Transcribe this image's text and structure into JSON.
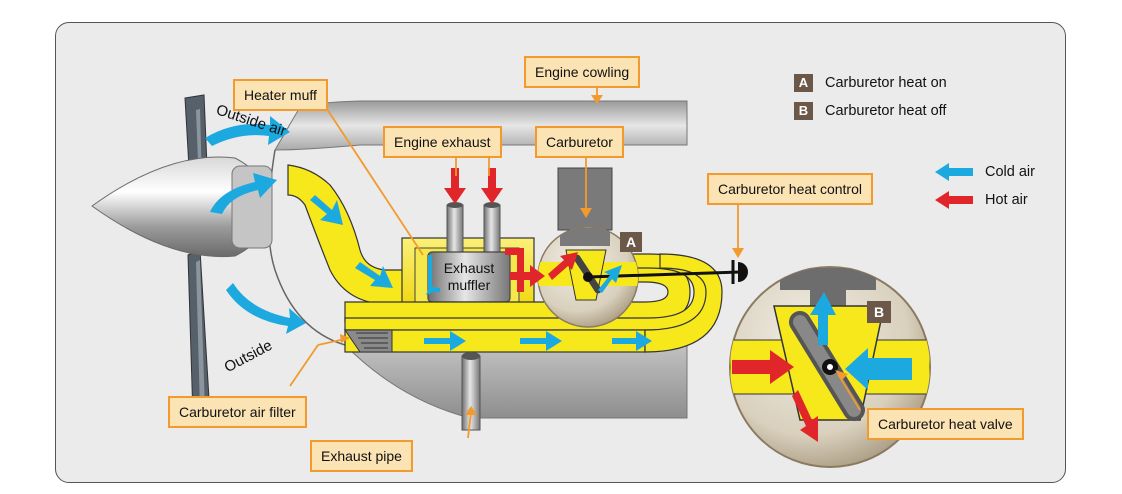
{
  "callouts": {
    "heater_muff": "Heater muff",
    "engine_cowling": "Engine cowling",
    "engine_exhaust": "Engine exhaust",
    "carburetor": "Carburetor",
    "carburetor_heat_control": "Carburetor heat control",
    "carburetor_air_filter": "Carburetor air filter",
    "exhaust_pipe": "Exhaust pipe",
    "carburetor_heat_valve": "Carburetor heat valve"
  },
  "legend": {
    "heat_on_badge": "A",
    "heat_on_label": "Carburetor heat on",
    "heat_off_badge": "B",
    "heat_off_label": "Carburetor heat off",
    "cold_air_label": "Cold air",
    "hot_air_label": "Hot air"
  },
  "diagram_text": {
    "outside_air": "Outside air",
    "outside": "Outside",
    "exhaust_muffler_line1": "Exhaust",
    "exhaust_muffler_line2": "muffler",
    "badge_a": "A",
    "badge_b": "B"
  },
  "colors": {
    "cold_air": "#1ba9e0",
    "hot_air": "#e0262a",
    "duct_yellow": "#f7e81c",
    "callout_fill": "#fbe3b4",
    "callout_border": "#f29a2e",
    "badge": "#6b5848"
  }
}
